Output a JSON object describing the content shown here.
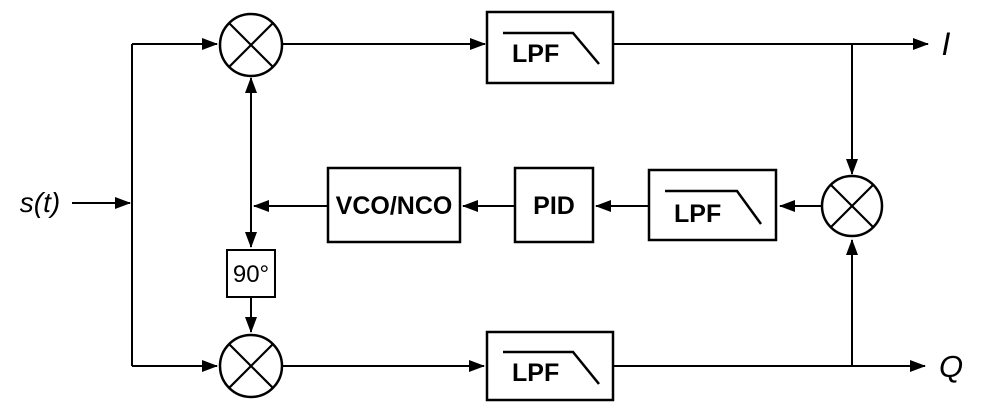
{
  "labels": {
    "input": "s(t)",
    "output_i": "I",
    "output_q": "Q"
  },
  "blocks": {
    "lpf_top": {
      "label": "LPF"
    },
    "lpf_feedback": {
      "label": "LPF"
    },
    "lpf_bottom": {
      "label": "LPF"
    },
    "pid": {
      "label": "PID"
    },
    "vco": {
      "label": "VCO/NCO"
    },
    "phase_shift": {
      "label": "90°"
    }
  },
  "icons": {
    "mixer_top": "multiplier-icon",
    "mixer_bottom": "multiplier-icon",
    "mixer_feedback": "multiplier-icon",
    "lpf_response": "lowpass-response-icon"
  },
  "colors": {
    "line": "#000000",
    "background": "#ffffff"
  }
}
